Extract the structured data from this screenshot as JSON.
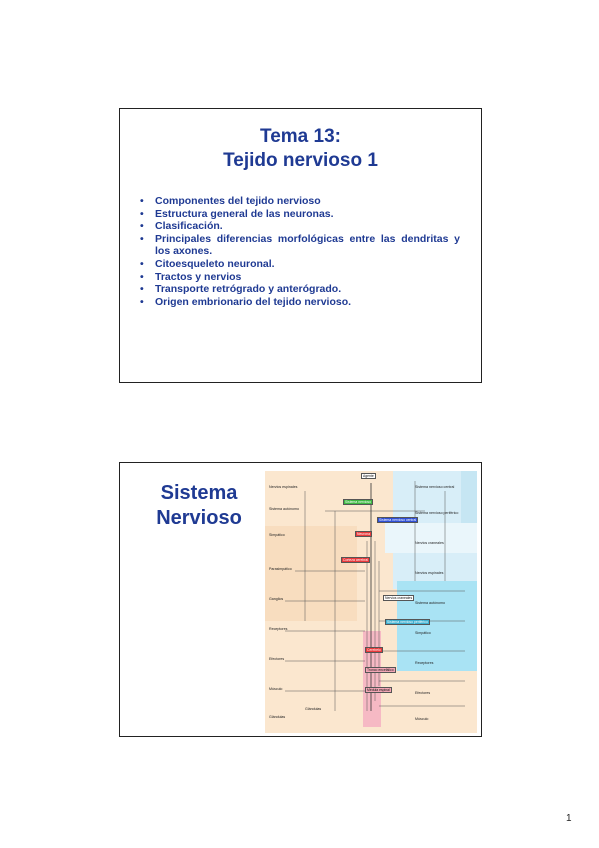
{
  "slide1": {
    "title_line1": "Tema 13:",
    "title_line2": "Tejido nervioso 1",
    "bullets": [
      "Componentes del tejido nervioso",
      "Estructura general de las neuronas.",
      "Clasificación.",
      "Principales diferencias morfológicas entre las dendritas y los axones.",
      "Citoesqueleto neuronal.",
      "Tractos y nervios",
      "Transporte retrógrado y anterógrado.",
      "Origen embrionario del tejido nervioso."
    ]
  },
  "slide2": {
    "title_line1": "Sistema",
    "title_line2": "Nervioso",
    "diagram": {
      "top_label": "Agente",
      "center_label": "Sistema nervioso",
      "central_box": "Neurona",
      "labels": [
        "Corteza cerebral",
        "Cerebelo",
        "Tronco encefálico",
        "Médula espinal",
        "Sistema nervioso central",
        "Sistema nervioso periférico",
        "Nervios craneales",
        "Nervios espinales",
        "Sistema autónomo",
        "Simpático",
        "Parasimpático",
        "Ganglios",
        "Receptores",
        "Efectores",
        "Músculo",
        "Glándulas"
      ]
    },
    "colors": {
      "tan": "#fbe7cf",
      "cyan": "#a9e3f4",
      "green": "#3fb843",
      "red": "#e8393b",
      "pink": "#f3a7b6",
      "blue": "#2e4fd6"
    }
  },
  "page_number": "1"
}
